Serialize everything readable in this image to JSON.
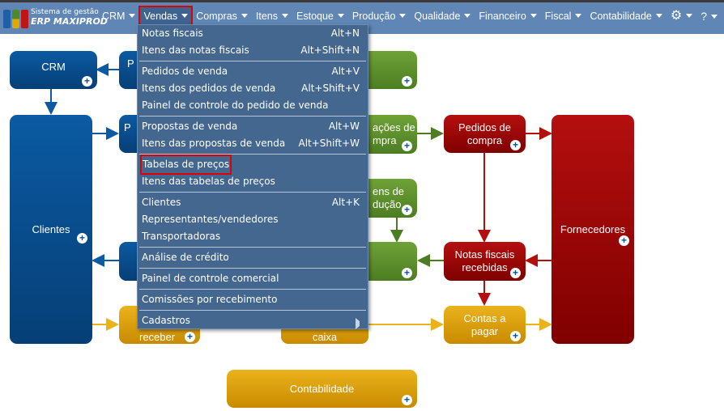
{
  "brand": {
    "line1": "Sistema de gestão",
    "line2": "ERP MAXIPROD"
  },
  "nav": [
    "CRM",
    "Vendas",
    "Compras",
    "Itens",
    "Estoque",
    "Produção",
    "Qualidade",
    "Financeiro",
    "Fiscal",
    "Contabilidade"
  ],
  "menu": {
    "groups": [
      [
        {
          "label": "Notas fiscais",
          "shortcut": "Alt+N"
        },
        {
          "label": "Itens das notas fiscais",
          "shortcut": "Alt+Shift+N"
        }
      ],
      [
        {
          "label": "Pedidos de venda",
          "shortcut": "Alt+V"
        },
        {
          "label": "Itens dos pedidos de venda",
          "shortcut": "Alt+Shift+V"
        },
        {
          "label": "Painel de controle do pedido de venda",
          "shortcut": ""
        }
      ],
      [
        {
          "label": "Propostas de venda",
          "shortcut": "Alt+W"
        },
        {
          "label": "Itens das propostas de venda",
          "shortcut": "Alt+Shift+W"
        }
      ],
      [
        {
          "label": "Tabelas de preços",
          "shortcut": ""
        },
        {
          "label": "Itens das tabelas de preços",
          "shortcut": ""
        }
      ],
      [
        {
          "label": "Clientes",
          "shortcut": "Alt+K"
        },
        {
          "label": "Representantes/vendedores",
          "shortcut": ""
        },
        {
          "label": "Transportadoras",
          "shortcut": ""
        }
      ],
      [
        {
          "label": "Análise de crédito",
          "shortcut": ""
        }
      ],
      [
        {
          "label": "Painel de controle comercial",
          "shortcut": ""
        }
      ],
      [
        {
          "label": "Comissões por recebimento",
          "shortcut": ""
        }
      ],
      [
        {
          "label": "Cadastros",
          "shortcut": ""
        }
      ]
    ]
  },
  "diagram": {
    "crm": "CRM",
    "clientes": "Clientes",
    "p1": "P",
    "p2": "P",
    "compras": "ações de mpra",
    "pedidos_compra": "Pedidos de compra",
    "producao": "ens de dução",
    "fornecedores": "Fornecedores",
    "notas_recebidas": "Notas fiscais recebidas",
    "receber": "receber",
    "caixa": "caixa",
    "contas_pagar": "Contas a pagar",
    "contabilidade": "Contabilidade",
    "plus": "+"
  }
}
